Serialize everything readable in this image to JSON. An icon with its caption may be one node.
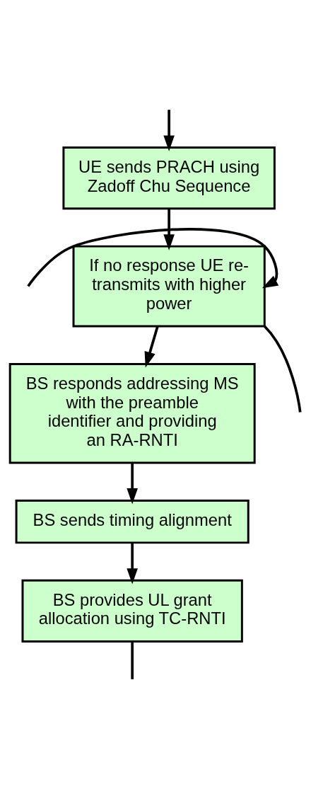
{
  "diagram": {
    "nodes": [
      {
        "text": [
          "UE sends PRACH using Zadoff Chu Sequence"
        ]
      },
      {
        "text": [
          "If no response UE re-transmits with higher power"
        ]
      },
      {
        "text": [
          "BS responds addressing MS with the preamble identifier and providing an RA-RNTI"
        ]
      },
      {
        "text": [
          "BS sends timing alignment"
        ]
      },
      {
        "text": [
          "BS provides UL grant allocation using TC-RNTI"
        ]
      }
    ],
    "edges": [
      {
        "from": null,
        "to": 0,
        "arrow": "to"
      },
      {
        "from": 0,
        "to": 1,
        "arrow": "to"
      },
      {
        "from": null,
        "to": 1,
        "arrow": "to"
      },
      {
        "from": 1,
        "to": null,
        "arrow": "none"
      },
      {
        "from": 1,
        "to": 2,
        "arrow": "to"
      },
      {
        "from": 2,
        "to": 3,
        "arrow": "to"
      },
      {
        "from": 3,
        "to": 4,
        "arrow": "to"
      },
      {
        "from": 4,
        "to": null,
        "arrow": "none"
      }
    ]
  }
}
